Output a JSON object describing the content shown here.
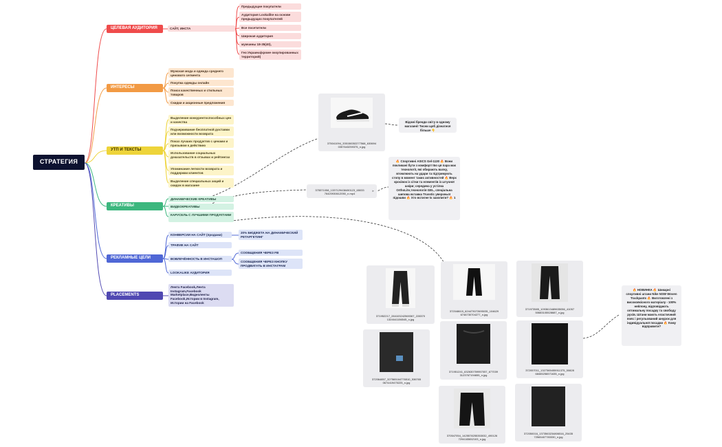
{
  "root": {
    "label": "СТРАТЕГИЯ"
  },
  "categories": {
    "audience": {
      "label": "ЦЕЛЕВАЯ АУДИТОРИЯ",
      "color": "#ef4b4b"
    },
    "interests": {
      "label": "ИНТЕРЕСЫ",
      "color": "#f29a44"
    },
    "usp": {
      "label": "УТП И ТЕКСТЫ",
      "color": "#eed43a"
    },
    "creatives": {
      "label": "КРЕАТИВЫ",
      "color": "#3cb77e"
    },
    "goals": {
      "label": "РЕКЛАМНЫЕ ЦЕЛИ",
      "color": "#4f67d6"
    },
    "placements": {
      "label": "PLACEMENTS",
      "color": "#5048b2"
    }
  },
  "audience": {
    "site": "САЙТ, ИНСТА",
    "items": [
      "Предыдущие покупатели",
      "Аудитория Lookalike на основе предыдущих покупателей",
      "Все посетители",
      "Широкая аудитория",
      "мужчины 18-35(40),",
      "Гео:Украина(кроме оккупированных территорий)"
    ]
  },
  "interests": [
    "Мужская мода и одежда среднего ценового сегмента",
    "Покупка одежды онлайн",
    "Поиск качественных и стильных товаров",
    "Скидки и акционные предложения"
  ],
  "usp": [
    "Выделение конкурентоспособных цен и качества",
    "Подчеркивание бесплатной доставки или возможности возврата",
    "Показ лучших продуктов с ценами и призывом к действию",
    "Использование социальных доказательств в отзывах и рейтингах",
    "Упоминание легкости возврата и поддержки клиентов",
    "Выделение специальных акций и скидок в магазине"
  ],
  "creatives": [
    "ДИНАМИЧЕСКИЕ КРЕАТИВЫ",
    "ВИДЕОКРЕАТИВЫ",
    "КАРУСЕЛЬ С ЛУЧШИМИ ПРОДУКТАМИ"
  ],
  "goals": {
    "conversions": "КОНВЕРСИИ НА САЙТ (продажи)",
    "conversions_note": "20% БЮДЖЕТА НА ДИНАМИЧЕСКИЙ РЕТАРГЕТИНГ",
    "traffic": "ТРАФИК НА САЙТ",
    "engagement": "ВОВЛЕЧЁННОСТЬ В ИНСТАШОП",
    "engagement_notes": [
      "СООБЩЕНИЯ ЧЕРЕЗ FB",
      "СООБЩЕНИЯ ЧЕРЕЗ КНОПКУ ПРОДВИГАТЬ В ИНСТАГРАМ"
    ],
    "lookalike": "LOOKALIKE АУДИТОРИЯ"
  },
  "placements": {
    "text": "Лента Facebook,Лента Instagram,Facebook Marketplace,Видеоленты Facebook,Истории в Instagram, Истории на Facebook"
  },
  "dynamic_card": {
    "filename": "375041094_335158352277568_630694 0357643259375_n.jpg",
    "note": "Відомі бренди світу в одному магазині! Тисни щоб дізнатися більше 👇"
  },
  "video_card": {
    "filename": "375571058_1337129438490123_65033 76420930612050_n.mp4",
    "note": "🔥 Спортивні ASICS Gel-1130 🔥 Вони покликані бути з комфорт! Бо ця пара має технології, які обирають валку, втомлюють на удари та підтримують стопу в момент таких активностей 🔥 Верх кросівок із сітки та елементів із штучної шкіри; середина у устілка OrthoLite,технологія GEL, спеціальна шипова вставка Trusstic уверхньої підошви 🔥 Хто встигне їх захопити? 🔥 1"
  },
  "carousel_note": "🔥 НОВИНКА 🔥 Шикарні спортивні штани Nike NSW Woven Trackpants 🔥 Виготовлені з високоякісного матеріалу - 100% нейлону, відповідають оптимальну посадку та свободу рухів. Штани мають еластичний пояс і регульований шнурок для індивідуальної посадки 🔥 Кому відправити?",
  "carousel_cards": [
    "371952217_284103242569367_228370 1324641156545_n.jpg",
    "372048615_624473072695035_104629 6746730704277_n.jpg",
    "371973585_1093613489635056_41057 50683105528687_n.jpg",
    "372064857_327565164776510_536765 0674419475225_n.jpg",
    "371951241_632630759957057_677039 3123767194655_n.jpg",
    "372057011_1327365455911375_50828 68465256571635_n.jpg",
    "370547054_1425578255353032_490126 7294183652103_n.jpg",
    "372050016_1373563234806516_25435 72565407783330_n.jpg"
  ]
}
